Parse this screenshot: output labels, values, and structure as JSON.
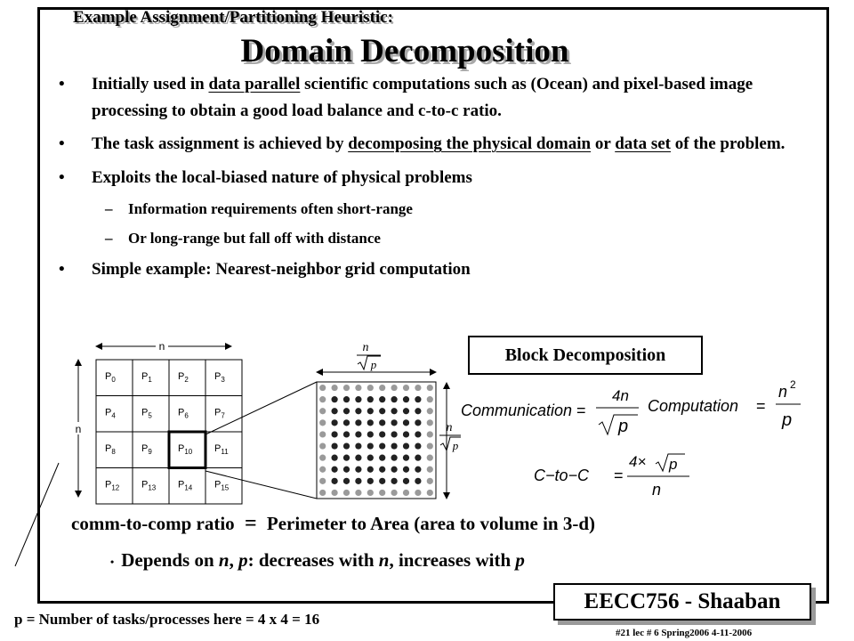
{
  "slide": {
    "subtitle": "Example Assignment/Partitioning Heuristic:",
    "title": "Domain Decomposition"
  },
  "bullets": {
    "b1": {
      "pre": "Initially used in ",
      "u1": "data parallel",
      "post": " scientific computations such as (Ocean)  and pixel-based image processing to obtain a good load balance and c-to-c ratio."
    },
    "b2": {
      "pre": "The task assignment is achieved by ",
      "u1": "decomposing  the physical domain",
      "mid": " or ",
      "u2": "data set",
      "post": " of the problem."
    },
    "b3": "Exploits the local-biased nature of physical problems",
    "sub1": "Information requirements often short-range",
    "sub2": "Or long-range but fall off with distance",
    "b4": "Simple example:  Nearest-neighbor grid computation"
  },
  "diagram": {
    "grid_label": "n",
    "cells": [
      "P0",
      "P1",
      "P2",
      "P3",
      "P4",
      "P5",
      "P6",
      "P7",
      "P8",
      "P9",
      "P10",
      "P11",
      "P12",
      "P13",
      "P14",
      "P15"
    ],
    "highlight_index": 10,
    "block_side_num": "n",
    "block_side_den": "p",
    "block_decomposition_label": "Block Decomposition"
  },
  "formulas": {
    "communication": "Communication",
    "communication_num": "4n",
    "computation": "Computation",
    "computation_num": "n",
    "computation_exp": "2",
    "computation_den": "p",
    "ctoc": "C−to−C",
    "ctoc_num": "4×",
    "ctoc_den": "n",
    "p": "p",
    "equals": "="
  },
  "ratio": {
    "left": "comm-to-comp ratio",
    "eq": "=",
    "right": "Perimeter to Area (area to volume in 3-d)"
  },
  "depends": {
    "bullet": "•",
    "label": "Depends on ",
    "n": "n",
    "comma": ", ",
    "p": "p",
    "text": ":  decreases with ",
    "n2": "n",
    "text2": ", increases with ",
    "p2": "p"
  },
  "ptasks": "p = Number of tasks/processes  here = 4 x 4 = 16",
  "brand": "EECC756 - Shaaban",
  "footer": "#21   lec # 6   Spring2006  4-11-2006"
}
